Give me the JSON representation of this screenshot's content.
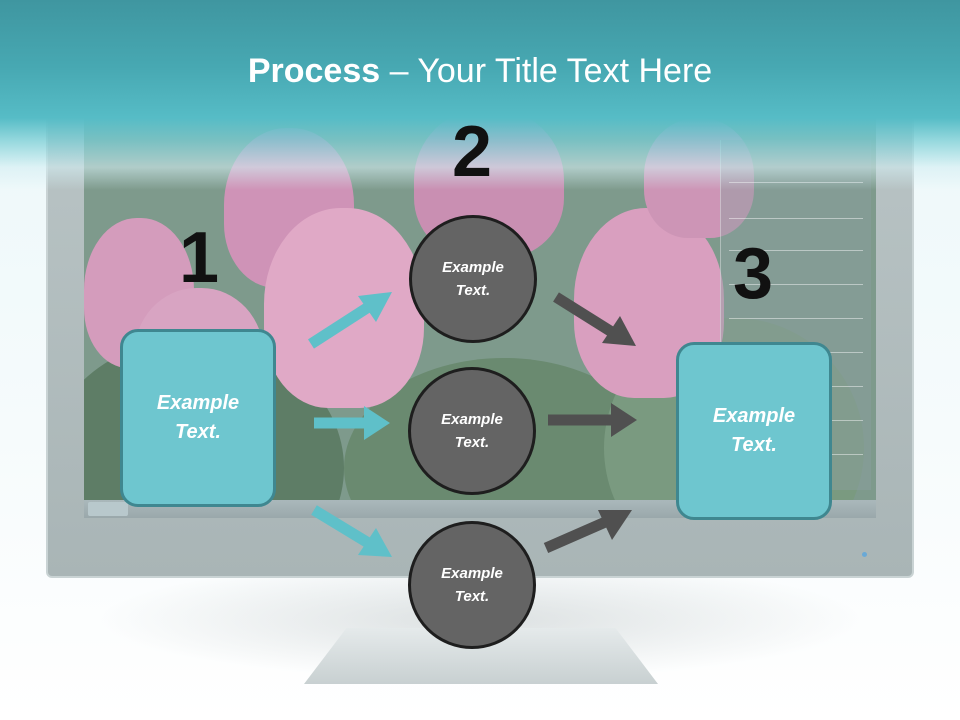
{
  "title": {
    "bold": "Process",
    "rest": " – Your Title Text Here"
  },
  "steps": [
    {
      "number": "1",
      "text_line1": "Example",
      "text_line2": "Text."
    },
    {
      "number": "2",
      "items": [
        {
          "text_line1": "Example",
          "text_line2": "Text."
        },
        {
          "text_line1": "Example",
          "text_line2": "Text."
        },
        {
          "text_line1": "Example",
          "text_line2": "Text."
        }
      ]
    },
    {
      "number": "3",
      "text_line1": "Example",
      "text_line2": "Text."
    }
  ],
  "colors": {
    "header": "#47a8b2",
    "box_fill": "#6ec6cf",
    "box_border": "#3f8790",
    "circle_fill": "#646464",
    "circle_border": "#1e1e1e",
    "arrow_teal": "#5fc0c9",
    "arrow_gray": "#505050"
  }
}
